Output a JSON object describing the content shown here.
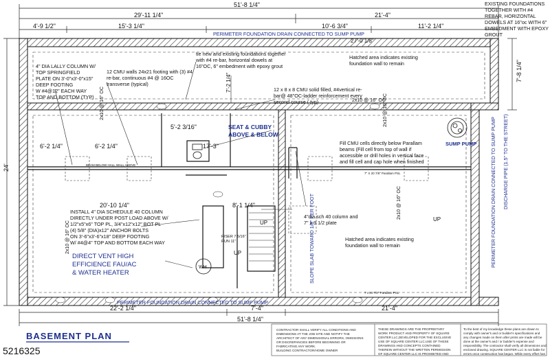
{
  "dimensions": {
    "overall_top": "51'-8 1/4\"",
    "overall_bottom": "51'-8 1/4\"",
    "top_left_segment": "29'-11 1/4\"",
    "top_right_segment": "21'-4\"",
    "top_a": "4'-9 1/2\"",
    "top_b": "15'-3 1/4\"",
    "top_c": "10'-6 3/4\"",
    "top_d": "11'-2 1/4\"",
    "top_inner": "27'-0 1/8\"",
    "side_overall": "24'",
    "right_top": "7'-8 1/4\"",
    "inner_left_vertical": "7'-2 1/4\"",
    "inner_mid_vertical": "2x10 @ 16\" OC",
    "inner_right_vertical": "2x10 @ 16\" OC",
    "inner_right_vertical2": "2x10 @ 16\" OC",
    "inner_left_joist": "2x10 @ 16\" OC",
    "inner_center_joist": "2x10 @ 16\" OC",
    "span_1": "6'-2 1/4\"",
    "span_2": "6'-2 1/4\"",
    "span_3": "5'-2 3/16\"",
    "span_4": "17'-3\"",
    "span_5": "20'-10 1/4\"",
    "span_6": "8'-1 1/4\"",
    "bottom_left": "22'-2 1/4\"",
    "bottom_mid": "7'-4\"",
    "bottom_right": "21'-4\""
  },
  "notes": {
    "top_right_corner": [
      "EXISTING FOUNDATIONS",
      "TOGETHER WITH #4",
      "REBAR, HORIZONTAL",
      "DOWELS AT 16\"oc WITH 6\"",
      "EMBEDMENT WITH EPOXY",
      "GROUT"
    ],
    "perimeter_top": "PERIMETER FOUNDATION DRAIN CONNECTED TO SUMP PUMP",
    "perimeter_bottom": "PERIMETER FOUNDATION DRAIN CONNECTED TO SUMP PUMP",
    "perimeter_right": "PERIMETER FOUNDATION DRAIN CONNECTED TO SUMP PUMP",
    "discharge_pipe": "DISCHARGE PIPE (1.5\" TO THE STREET)",
    "tie_foundations": [
      "tie new and existing foundations together",
      "with #4 re-bar, horizontal dowels at",
      "16\"OC, 6\" embedment with epoxy grout"
    ],
    "hatched_top": [
      "Hatched area indicates existing",
      "foundation wall to remain"
    ],
    "hatched_bottom": [
      "Hatched area indicates existing",
      "foundation wall to remain"
    ],
    "lally_column": [
      "4\" DIA LALLY COLUMN W/",
      "TOP SPRINGFIELD",
      "PLATE ON 3'-0\"x3'-0\"x15\"",
      "DEEP FOOTING",
      "W #4@12\" EACH WAY",
      "TOP AND BOTTOM (TYP)"
    ],
    "cmu_walls": [
      "12 CMU walls 24x21 footing with (3) #4",
      "re-bar, continuous #4 @ 16OC",
      "transverse (typical)"
    ],
    "cmu_solid": [
      "12 x 8 x 8 CMU solid filled, #4vertical re-",
      "bar@ 48\"OC-ladder reinforcement every",
      "second course ( typ)"
    ],
    "seat_cubby": [
      "SEAT & CUBBY",
      "ABOVE & BELOW"
    ],
    "sump_pump": "SUMP PUMP",
    "fill_cmu": [
      "Fill CMU cells directly below Parallam",
      "beams (Fill cell from top of wall if",
      "accessible or drill holes in vertical face",
      "and fill  cell and cap hole when finished"
    ],
    "beam_label": "7\" X 20 7/8\" Parallam PSL",
    "beam_left_label": "BEAM BELOW HALL WALL ABOVE",
    "beam_bottom_label": "7 x 20 7/8\" Parallam PSL",
    "column_note": [
      "4\"dia.sch 40 column and",
      "7\" x 9 1/2 plate"
    ],
    "slope": "SLOPE SLAB TOWARD 1/8\" PER FOOT",
    "install_column": [
      "INSTALL 4\" DIA SCHEDULE 40 COLUMN",
      "DIRECTLY UNDER POST LOAD ABOVE W/",
      "1/2\"x5\"x6\" TOP PL, 3/4\"x12\"x12\" BOT PL",
      "(4) 5/8\" (DIA)x12\" ANCHOR BOLTS",
      "ON 3'-6\"x3'-6\"x18\" DEEP FOOTING",
      "W/ #4@4\" TOP AND BOTTOM  EACH WAY"
    ],
    "direct_vent": [
      "DIRECT VENT HIGH",
      "EFFICIENCE FAU/AC",
      "& WATER HEATER"
    ],
    "riser": [
      "RISER 7 5/16\"",
      "RUN 11\""
    ],
    "up_1": "UP",
    "up_2": "UP",
    "up_3": "UP",
    "wh": "WH"
  },
  "title": "BASEMENT PLAN",
  "footer": {
    "col1": [
      "CONTRACTOR SHALL VERIFY ALL CONDITIONS AND",
      "DIMENSIONS AT THE JOB SITE AND NOTIFY THE",
      "ARCHITECT OF ANY DIMENSIONAL ERRORS, OMISSIONS",
      "OR DISCREPANCIES BEFORE BEGINNING OR",
      "FABRICATING ANY WORK.",
      "BUILDING CONTRACTOR/HOME OWNER"
    ],
    "col2": [
      "THESE DRAWINGS ARE THE PROPRIETARY",
      "WORK PRODUCT AND PROPERTY OF SQUARE",
      "CENTER LLC,DEVELOPED FOR THE EXCLUSIVE",
      "USE OF SQUARE CENTER LLC.USE OF THESE",
      "DRAWINGS AND CONCEPTS CONTAINED",
      "THEREIN WITHOUT THE WRITTEN PERMISSION",
      "OF SQUARE CENTER LLC IS PROHIBITED AND"
    ],
    "col3": [
      "To the best of my knowledge these plans are drawn to",
      "comply with owner's and or builder's specifications and",
      "any changes made on them after prints are made will be",
      "done at the owner's and / or builder's expense and",
      "responsibility. The contractor shall verify all dimensions and",
      "enclosed drawing.  SQUARE CENTER LLC is not liable for",
      "errors once construction has begun. While every effort has"
    ]
  },
  "listing_id": "5216325"
}
